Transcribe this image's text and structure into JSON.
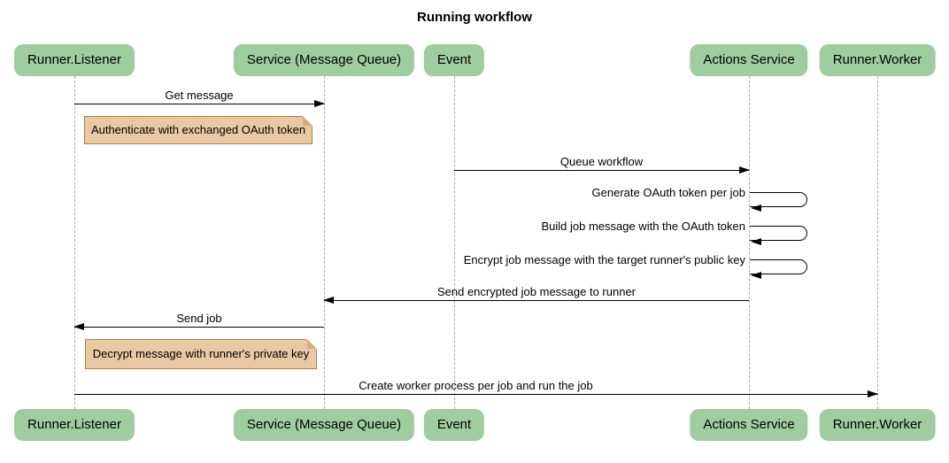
{
  "title": "Running workflow",
  "diagram_type": "sequence-diagram",
  "colors": {
    "participant_fill": "#9fcd9f",
    "note_fill": "#e9c9a3",
    "note_border": "#aa7f4d",
    "lifeline": "#a9a9a9",
    "arrow": "#000000",
    "background": "#ffffff"
  },
  "participants": [
    {
      "label": "Runner.Listener"
    },
    {
      "label": "Service (Message Queue)"
    },
    {
      "label": "Event"
    },
    {
      "label": "Actions Service"
    },
    {
      "label": "Runner.Worker"
    }
  ],
  "messages": [
    {
      "label": "Get message",
      "type": "arrow",
      "from": "Runner.Listener",
      "to": "Service (Message Queue)"
    },
    {
      "label": "Authenticate with exchanged OAuth token",
      "type": "note",
      "anchor": "Runner.Listener"
    },
    {
      "label": "Queue workflow",
      "type": "arrow",
      "from": "Event",
      "to": "Actions Service"
    },
    {
      "label": "Generate OAuth token per job",
      "type": "self",
      "from": "Actions Service",
      "to": "Actions Service"
    },
    {
      "label": "Build job message with the OAuth token",
      "type": "self",
      "from": "Actions Service",
      "to": "Actions Service"
    },
    {
      "label": "Encrypt job message with the target runner's public key",
      "type": "self",
      "from": "Actions Service",
      "to": "Actions Service"
    },
    {
      "label": "Send encrypted job message to runner",
      "type": "arrow",
      "from": "Actions Service",
      "to": "Service (Message Queue)"
    },
    {
      "label": "Send job",
      "type": "arrow",
      "from": "Service (Message Queue)",
      "to": "Runner.Listener"
    },
    {
      "label": "Decrypt message with runner's private key",
      "type": "note",
      "anchor": "Runner.Listener"
    },
    {
      "label": "Create worker process per job and run the job",
      "type": "arrow",
      "from": "Runner.Listener",
      "to": "Runner.Worker"
    }
  ]
}
